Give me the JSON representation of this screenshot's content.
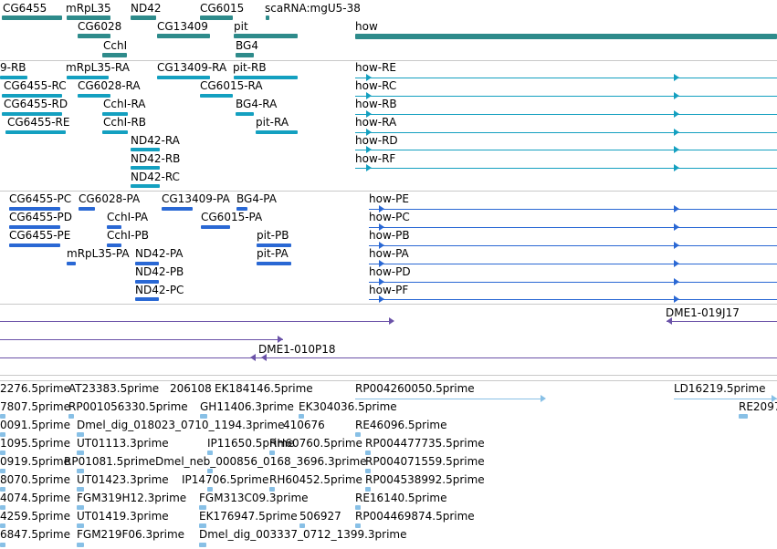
{
  "colors": {
    "gene": "#2e8b8b",
    "transcript_a": "#14a0c0",
    "transcript_b": "#2a68d4",
    "clone": "#6a52a8",
    "est": "#88c0e6",
    "separator": "#c8c8c8"
  },
  "tracks": {
    "genes": {
      "labels": [
        "CG6455",
        "mRpL35",
        "ND42",
        "CG6015",
        "scaRNA:mgU5-38",
        "CG6028",
        "CG13409",
        "pit",
        "how",
        "CchI",
        "BG4"
      ]
    },
    "transcripts_a": {
      "labels": [
        "9-RB",
        "mRpL35-RA",
        "CG13409-RA",
        "pit-RB",
        "how-RE",
        "CG6455-RC",
        "CG6028-RA",
        "CG6015-RA",
        "how-RC",
        "CG6455-RD",
        "CchI-RA",
        "BG4-RA",
        "how-RB",
        "CG6455-RE",
        "CchI-RB",
        "pit-RA",
        "how-RA",
        "ND42-RA",
        "how-RD",
        "ND42-RB",
        "how-RF",
        "ND42-RC"
      ]
    },
    "transcripts_b": {
      "labels": [
        "CG6455-PC",
        "CG6028-PA",
        "CG13409-PA",
        "BG4-PA",
        "how-PE",
        "CG6455-PD",
        "CchI-PA",
        "CG6015-PA",
        "how-PC",
        "CG6455-PE",
        "CchI-PB",
        "pit-PB",
        "how-PB",
        "mRpL35-PA",
        "ND42-PA",
        "pit-PA",
        "how-PA",
        "ND42-PB",
        "how-PD",
        "ND42-PC",
        "how-PF"
      ]
    },
    "clones": {
      "labels": [
        "DME1-019J17",
        "DME1-010P18"
      ]
    },
    "ests": {
      "labels": [
        "2276.5prime",
        "AT23383.5prime",
        "206108",
        "EK184146.5prime",
        "RP004260050.5prime",
        "LD16219.5prime",
        "7807.5prime",
        "RP001056330.5prime",
        "GH11406.3prime",
        "EK304036.5prime",
        "RE2097",
        "0091.5prime",
        "Dmel_dig_018023_0710_1194.3prime",
        "410676",
        "RE46096.5prime",
        "1095.5prime",
        "UT01113.3prime",
        "IP11650.5prime",
        "RH60760.5prime",
        "RP004477735.5prime",
        "0919.5prime",
        "RP01081.5prime",
        "Dmel_neb_000856_0168_3696.3prime",
        "RP004071559.5prime",
        "8070.5prime",
        "UT01423.3prime",
        "IP14706.5prime",
        "RH60452.5prime",
        "RP004538992.5prime",
        "4074.5prime",
        "FGM319H12.3prime",
        "FGM313C09.3prime",
        "RE16140.5prime",
        "4259.5prime",
        "UT01419.3prime",
        "EK176947.5prime",
        "506927",
        "RP004469874.5prime",
        "6847.5prime",
        "FGM219F06.3prime",
        "Dmel_dig_003337_0712_1399.3prime"
      ]
    }
  }
}
